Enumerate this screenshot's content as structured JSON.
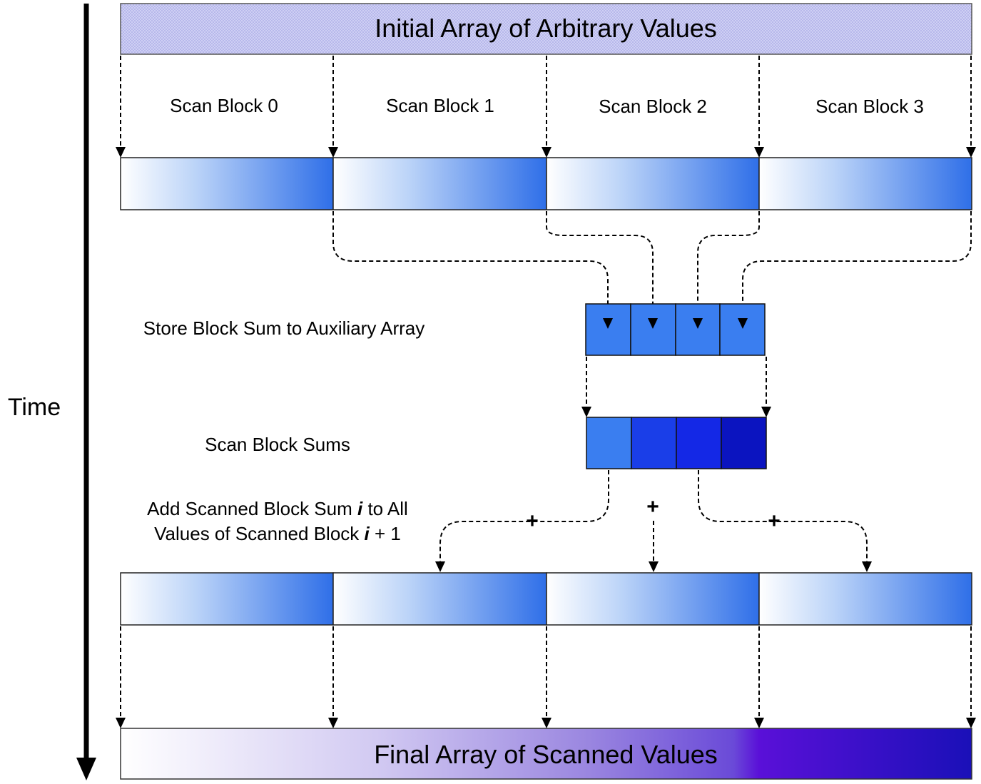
{
  "time_label": "Time",
  "initial_array_label": "Initial Array of Arbitrary Values",
  "scan_blocks": [
    "Scan Block 0",
    "Scan Block 1",
    "Scan Block 2",
    "Scan Block 3"
  ],
  "store_label": "Store Block Sum to Auxiliary Array",
  "scan_sums_label": "Scan Block Sums",
  "add_label": {
    "line1_pre": "Add Scanned Block Sum ",
    "line1_var": "i",
    "line1_post": " to All",
    "line2_pre": "Values of Scanned Block ",
    "line2_var": "i",
    "line2_post": " + 1"
  },
  "plus_signs": [
    "+",
    "+",
    "+"
  ],
  "final_array_label": "Final Array of Scanned Values",
  "colors": {
    "initial_fill": "#c8c8f0",
    "block_light": "#ffffff",
    "block_dark": "#2f6fe8",
    "aux_cell": "#3a7ef0",
    "scanned_cells": [
      "#3a7ef0",
      "#1a3ee8",
      "#1428e6",
      "#0b14c0"
    ],
    "final_start": "#ffffff",
    "final_mid": "#9a86e0",
    "final_purple": "#5a10d8",
    "final_end": "#1a10b8"
  }
}
